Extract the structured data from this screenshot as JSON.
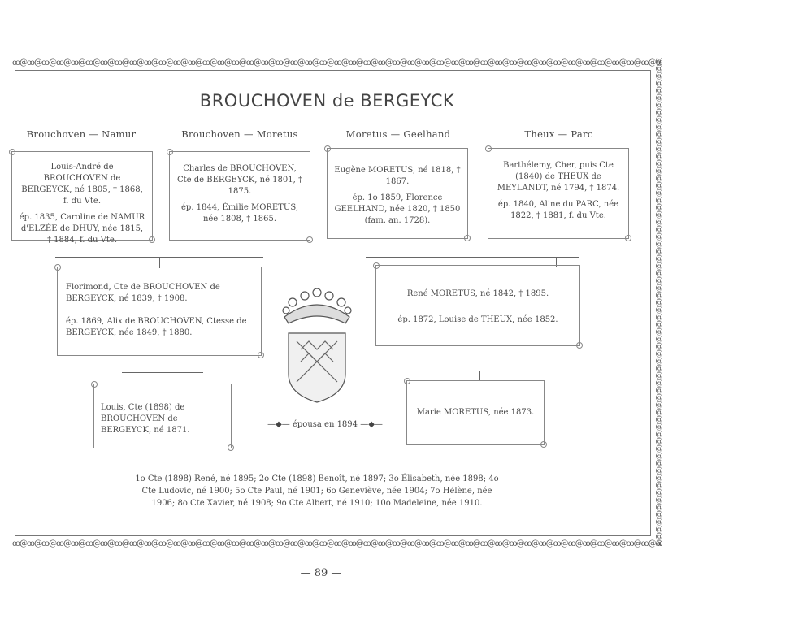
{
  "border": {
    "pattern": "ꝏ@ꝏ@ꝏ@ꝏ@ꝏ@ꝏ@ꝏ@ꝏ@ꝏ@ꝏ@ꝏ@ꝏ@ꝏ@ꝏ@ꝏ@ꝏ@ꝏ@ꝏ@ꝏ@ꝏ@ꝏ@ꝏ@ꝏ@ꝏ@ꝏ@ꝏ@ꝏ@ꝏ@ꝏ@ꝏ@ꝏ@ꝏ@ꝏ@ꝏ@ꝏ@ꝏ@ꝏ@ꝏ@ꝏ@ꝏ@ꝏ@ꝏ@ꝏ@ꝏ@ꝏ@ꝏ@ꝏ@ꝏ@ꝏ@ꝏ@ꝏ@ꝏ@ꝏ@ꝏ@ꝏ@ꝏ@ꝏ@ꝏ@ꝏ@ꝏ@ꝏ@ꝏ@ꝏ@ꝏ@ꝏ@ꝏ@ꝏ@ꝏ@ꝏ@ꝏ@ꝏ@ꝏ@ꝏ@ꝏ@ꝏ@ꝏ@ꝏ@ꝏ@ꝏ@ꝏ@ꝏ@ꝏ@ꝏ@ꝏ@ꝏ@ꝏ@ꝏ@ꝏ@ꝏ@ꝏ@ꝏ@ꝏ@ꝏ@ꝏ@ꝏ@ꝏ@",
    "vpattern": "@@@@@@@@@@@@@@@@@@@@@@@@@@@@@@@@@@@@@@@@@@@@@@@@@@@@@@@@@@@@@@@@@@@@@@@@@@@@@@@@@@@@@@@@@@@@"
  },
  "title": "BROUCHOVEN de BERGEYCK",
  "columns": [
    "Brouchoven — Namur",
    "Brouchoven — Moretus",
    "Moretus — Geelhand",
    "Theux — Parc"
  ],
  "boxes": {
    "namur": [
      "Louis-André de BROUCHOVEN de BERGEYCK, né 1805, † 1868, f. du Vte.",
      "ép. 1835, Caroline de NAMUR d'ELZÉE de DHUY, née 1815, † 1884, f. du Vte."
    ],
    "moretus": [
      "Charles de BROUCHOVEN, Cte de BERGEYCK, né 1801, † 1875.",
      "ép. 1844, Émilie MORETUS, née 1808, † 1865."
    ],
    "geelhand": [
      "Eugène MORETUS, né 1818, † 1867.",
      "ép. 1o 1859, Florence GEELHAND, née 1820, † 1850 (fam. an. 1728)."
    ],
    "parc": [
      "Barthélemy, Cher, puis Cte (1840) de THEUX de MEYLANDT, né 1794, † 1874.",
      "ép. 1840, Aline du PARC, née 1822, † 1881, f. du Vte."
    ],
    "florimond": [
      "Florimond, Cte de BROUCHOVEN de BERGEYCK, né 1839, † 1908.",
      "ép. 1869, Alix de BROUCHOVEN, Ctesse de BERGEYCK, née 1849, † 1880."
    ],
    "rene": [
      "René MORETUS, né 1842, † 1895.",
      "ép. 1872, Louise de THEUX, née 1852."
    ],
    "louis": [
      "Louis, Cte (1898) de BROUCHOVEN de BERGEYCK, né 1871."
    ],
    "marie": [
      "Marie MORETUS, née 1873."
    ]
  },
  "married": "—◆— épousa en 1894 —◆—",
  "children": "1o Cte (1898) René, né 1895; 2o Cte (1898) Benoît, né 1897; 3o Élisabeth, née 1898; 4o Cte Ludovic, né 1900; 5o Cte Paul, né 1901; 6o Geneviève, née 1904; 7o Hélène, née 1906; 8o Cte Xavier, né 1908; 9o Cte Albert, né 1910; 10o Madeleine, née 1910.",
  "page_number": "— 89 —"
}
